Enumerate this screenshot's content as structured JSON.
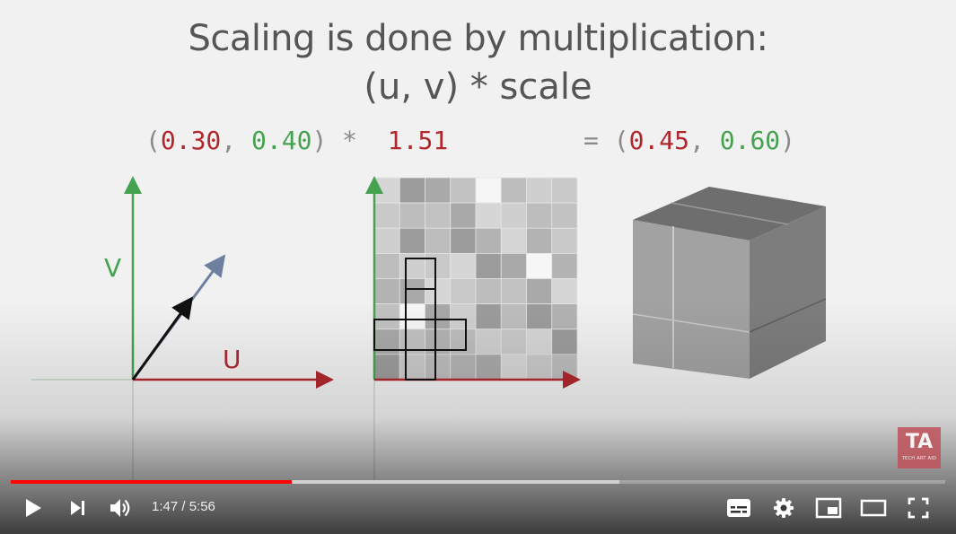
{
  "slide": {
    "title_line1": "Scaling is done by multiplication:",
    "title_line2": "(u, v) * scale",
    "formula": {
      "open_paren": "(",
      "u_in": "0.30",
      "comma1": ",",
      "v_in": "0.40",
      "close_paren": ")",
      "operator": "*",
      "scale": "1.51",
      "equals": "=",
      "open_paren2": "(",
      "u_out": "0.45",
      "comma2": ",",
      "v_out": "0.60",
      "close_paren2": ")"
    },
    "axis_u_label": "U",
    "axis_v_label": "V"
  },
  "logo": {
    "mark": "TA",
    "subtitle": "TECH ART AID"
  },
  "player": {
    "current_time": "1:47",
    "duration": "5:56",
    "time_display": "1:47 / 5:56",
    "played_fraction": 0.3006,
    "buffered_fraction": 0.6513
  },
  "colors": {
    "red_value": "#b0282e",
    "green_value": "#45a350",
    "progress_played": "#ff0000"
  },
  "icons": [
    "play-icon",
    "next-icon",
    "volume-icon",
    "subtitles-icon",
    "settings-icon",
    "miniplayer-icon",
    "theater-mode-icon",
    "fullscreen-icon"
  ]
}
